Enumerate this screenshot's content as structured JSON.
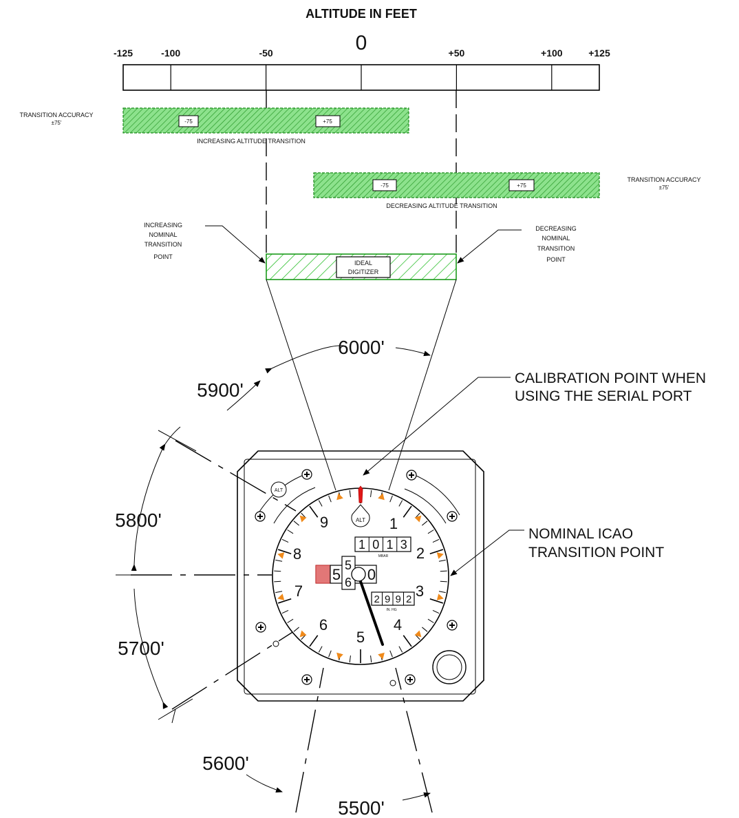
{
  "title": "ALTITUDE IN FEET",
  "scale": {
    "zero_label": "0",
    "ticks": [
      {
        "value": -125,
        "label": "-125"
      },
      {
        "value": -100,
        "label": "-100"
      },
      {
        "value": -50,
        "label": "-50"
      },
      {
        "value": 0,
        "label": ""
      },
      {
        "value": 50,
        "label": "+50"
      },
      {
        "value": 100,
        "label": "+100"
      },
      {
        "value": 125,
        "label": "+125"
      }
    ]
  },
  "increasing_band": {
    "accuracy_label": [
      "TRANSITION ACCURACY",
      "±75'"
    ],
    "minus_label": "-75",
    "plus_label": "+75",
    "caption": "INCREASING ALTITUDE TRANSITION"
  },
  "decreasing_band": {
    "accuracy_label": [
      "TRANSITION ACCURACY",
      "±75'"
    ],
    "minus_label": "-75",
    "plus_label": "+75",
    "caption": "DECREASING ALTITUDE TRANSITION"
  },
  "increasing_nominal_label": [
    "INCREASING",
    "NOMINAL",
    "TRANSITION",
    "POINT"
  ],
  "decreasing_nominal_label": [
    "DECREASING",
    "NOMINAL",
    "TRANSITION",
    "POINT"
  ],
  "ideal_digitizer_label": [
    "IDEAL",
    "DIGITIZER"
  ],
  "altitude_marks": [
    "6000'",
    "5900'",
    "5800'",
    "5700'",
    "5600'",
    "5500'"
  ],
  "calibration_label": [
    "CALIBRATION POINT WHEN",
    "USING THE SERIAL PORT"
  ],
  "icao_label": [
    "NOMINAL ICAO",
    "TRANSITION POINT"
  ],
  "dial": {
    "numerals": [
      "9",
      "1",
      "8",
      "2",
      "7",
      "3",
      "6",
      "4",
      "5"
    ],
    "alt_badge": "ALT",
    "arc_badge": "ALT",
    "baro_mbar": [
      "1",
      "0",
      "1",
      "3"
    ],
    "mbar_unit": "MBAR",
    "baro_inhg": [
      "2",
      "9",
      "9",
      "2"
    ],
    "inhg_unit": "IN. HG",
    "counter_digits": [
      "5",
      "5",
      "6",
      "0",
      "0"
    ]
  },
  "colors": {
    "band_green": "#4ccf4c",
    "ideal_green": "#22b322",
    "pointer_red": "#e01818",
    "tick_orange": "#f08a1a",
    "flag_red": "#cc2020"
  }
}
